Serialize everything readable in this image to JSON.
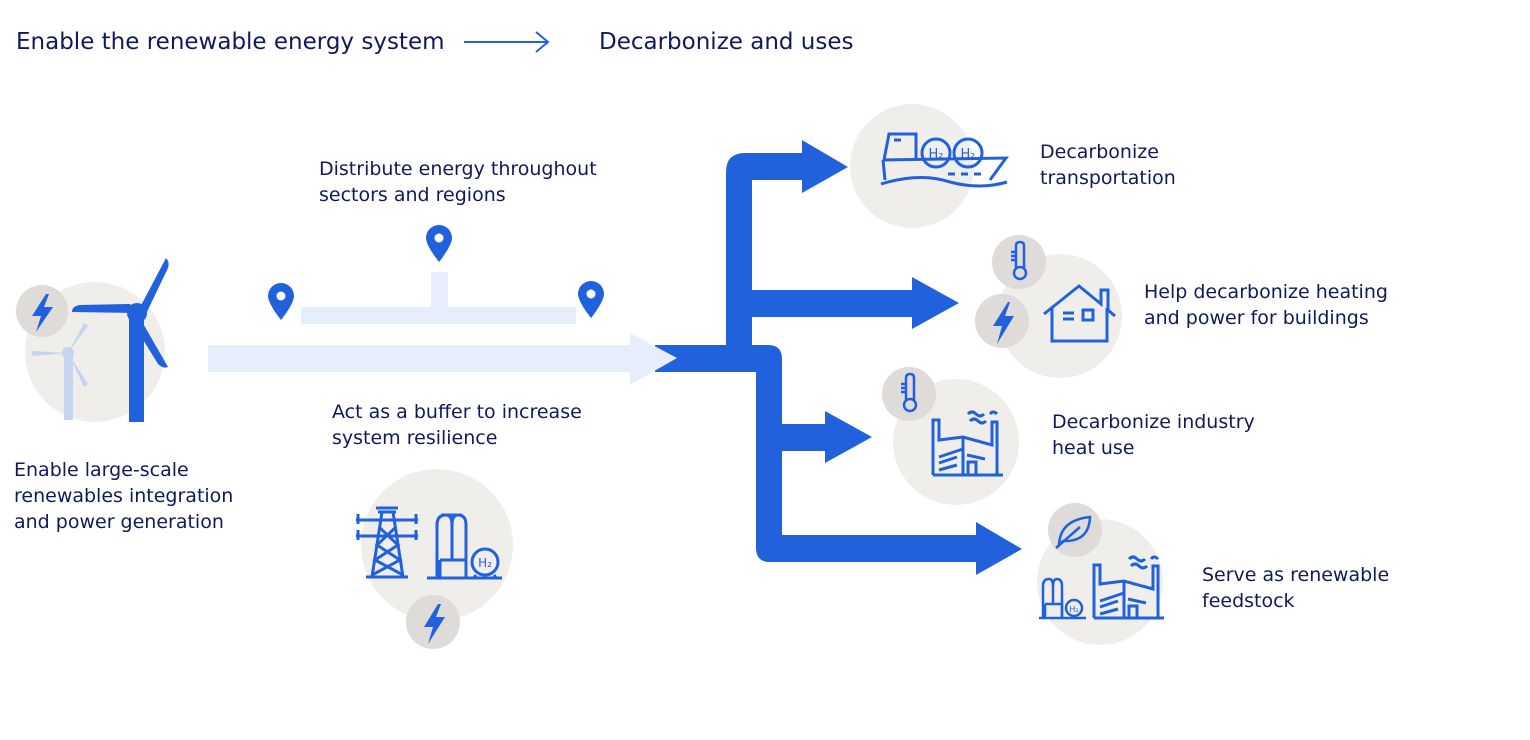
{
  "header": {
    "left_title": "Enable the renewable energy system",
    "right_title": "Decarbonize and uses",
    "arrow_icon": "long-right-arrow-icon"
  },
  "colors": {
    "accent_blue": "#2162dc",
    "light_blue": "#e6edfb",
    "circle_bg": "#f0eeea",
    "badge_bg": "#dedbd8",
    "text": "#0f1a5c"
  },
  "enable_side": {
    "renewables": {
      "lines": [
        "Enable large-scale",
        "renewables integration",
        "and power generation"
      ],
      "icons": [
        "wind-turbine-icon",
        "lightning-bolt-icon"
      ]
    },
    "distribute": {
      "lines": [
        "Distribute energy throughout",
        "sectors and regions"
      ],
      "icons": [
        "map-pin-icon",
        "map-pin-icon",
        "map-pin-icon"
      ]
    },
    "buffer": {
      "lines": [
        "Act as a buffer to increase",
        "system resilience"
      ],
      "icons": [
        "power-pylon-icon",
        "hydrogen-storage-icon",
        "lightning-bolt-icon"
      ],
      "h2_label": "H₂"
    }
  },
  "uses": [
    {
      "id": "transportation",
      "lines": [
        "Decarbonize",
        "transportation"
      ],
      "icons": [
        "hydrogen-ship-icon"
      ],
      "h2_label": "H₂"
    },
    {
      "id": "buildings",
      "lines": [
        "Help decarbonize heating",
        "and power for buildings"
      ],
      "icons": [
        "house-icon",
        "thermometer-icon",
        "lightning-bolt-icon"
      ]
    },
    {
      "id": "industry",
      "lines": [
        "Decarbonize industry",
        "heat use"
      ],
      "icons": [
        "factory-icon",
        "thermometer-icon"
      ]
    },
    {
      "id": "feedstock",
      "lines": [
        "Serve as renewable",
        "feedstock"
      ],
      "icons": [
        "factory-icon",
        "hydrogen-storage-icon",
        "leaf-icon"
      ],
      "h2_label": "H₂"
    }
  ]
}
